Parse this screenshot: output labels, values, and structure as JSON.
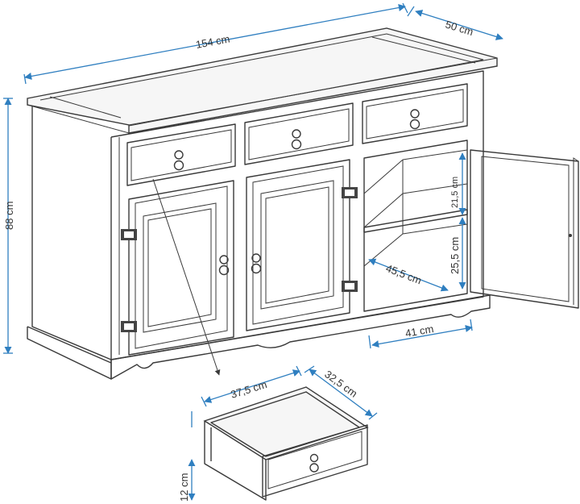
{
  "colors": {
    "dimension_line": "#2f7fc0",
    "outline": "#3a3a3a",
    "text": "#333333",
    "background": "#ffffff"
  },
  "dimensions": {
    "width": "154 cm",
    "depth": "50 cm",
    "height": "88 cm",
    "shelf_spacing_upper": "21,5 cm",
    "shelf_spacing_lower": "25,5 cm",
    "shelf_depth": "45,5 cm",
    "interior_width": "41 cm",
    "drawer_width": "37,5 cm",
    "drawer_depth": "32,5 cm",
    "drawer_height": "12 cm"
  },
  "icons": [
    "drawer-knob-icon",
    "hinge-icon",
    "arrow-icon"
  ]
}
